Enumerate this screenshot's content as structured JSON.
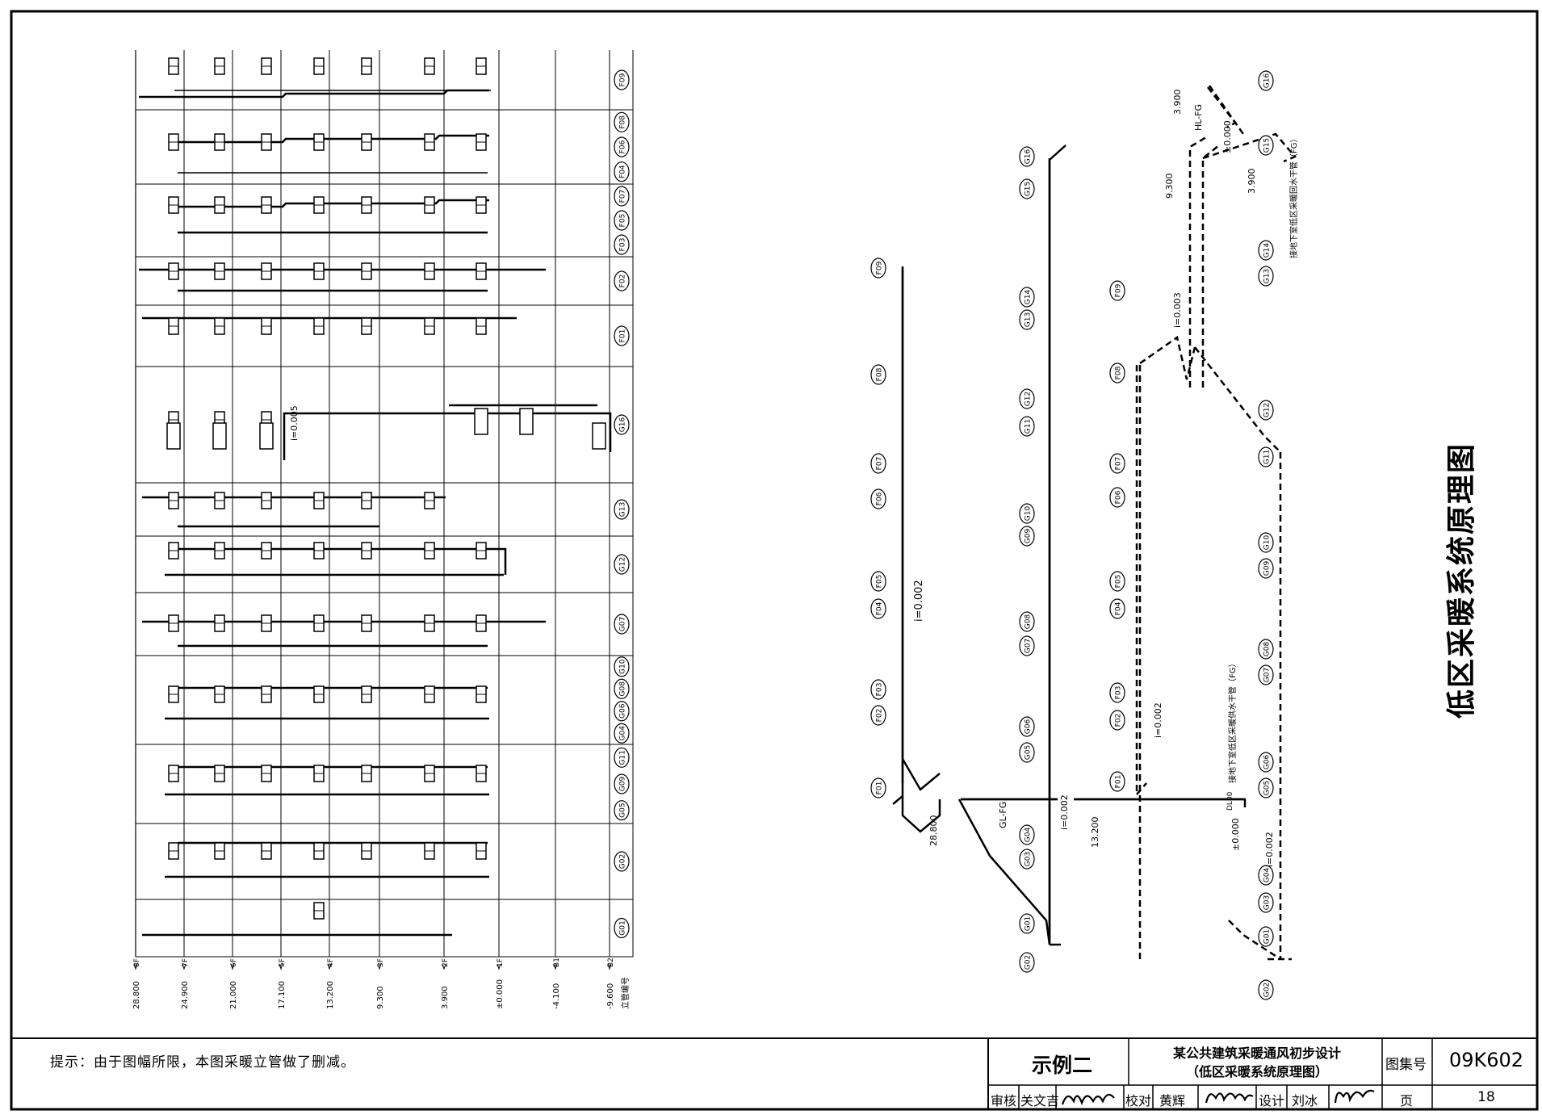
{
  "drawing_title": "低区采暖系统原理图",
  "note": "提示：由于图幅所限，本图采暖立管做了删减。",
  "title_block": {
    "example": "示例二",
    "project_title": "某公共建筑采暖通风初步设计",
    "sub_title": "（低区采暖系统原理图）",
    "atlas_label": "图集号",
    "atlas_no": "09K602",
    "review_label": "审核",
    "review_name": "关文吉",
    "check_label": "校对",
    "check_name": "黄辉",
    "design_label": "设计",
    "design_name": "刘冰",
    "page_label": "页",
    "page_no": "18"
  },
  "left_diagram": {
    "floors": [
      {
        "elev": "28.800",
        "floor": "8F"
      },
      {
        "elev": "24.900",
        "floor": "7F"
      },
      {
        "elev": "21.000",
        "floor": "6F"
      },
      {
        "elev": "17.100",
        "floor": "5F"
      },
      {
        "elev": "13.200",
        "floor": "4F"
      },
      {
        "elev": "9.300",
        "floor": "3F"
      },
      {
        "elev": "3.900",
        "floor": "2F"
      },
      {
        "elev": "±0.000",
        "floor": "1F"
      },
      {
        "elev": "-4.100",
        "floor": "B1"
      },
      {
        "elev": "-9.600",
        "floor": "B2"
      }
    ],
    "riser_col_header": "立管编号",
    "rows": [
      {
        "labels": [
          "F09"
        ]
      },
      {
        "labels": [
          "F08",
          "F06",
          "F04"
        ]
      },
      {
        "labels": [
          "F07",
          "F05",
          "F03"
        ]
      },
      {
        "labels": [
          "F02"
        ]
      },
      {
        "labels": [
          "F01"
        ]
      },
      {
        "labels": [
          "G16"
        ]
      },
      {
        "labels": [
          "G13"
        ]
      },
      {
        "labels": [
          "G12"
        ]
      },
      {
        "labels": [
          "G07"
        ]
      },
      {
        "labels": [
          "G10",
          "G08",
          "G06",
          "G04"
        ]
      },
      {
        "labels": [
          "G11",
          "G09",
          "G05"
        ]
      },
      {
        "labels": [
          "G02"
        ]
      },
      {
        "labels": [
          "G01"
        ]
      }
    ],
    "slope": "i=0.005"
  },
  "right_diagram": {
    "labels_a": [
      "F09",
      "F08",
      "F07",
      "F06",
      "F05",
      "F04",
      "F03",
      "F02",
      "F01"
    ],
    "labels_b": [
      "G16",
      "G15",
      "G14",
      "G13",
      "G12",
      "G11",
      "G10",
      "G09",
      "G08",
      "G07",
      "G06",
      "G05",
      "G04",
      "G03",
      "G01",
      "G02"
    ],
    "labels_c": [
      "F09",
      "F08",
      "F07",
      "F06",
      "F05",
      "F04",
      "F03",
      "F02",
      "F01"
    ],
    "labels_d": [
      "G16",
      "G15",
      "G14",
      "G13",
      "G12",
      "G11",
      "G10",
      "G09",
      "G08",
      "G07",
      "G06",
      "G05",
      "G04",
      "G03",
      "G01",
      "G02"
    ],
    "elev_28800": "28.800",
    "elev_13200": "13.200",
    "elev_0000": "±0.000",
    "elev_3900a": "3.900",
    "elev_3900b": "3.900",
    "elev_9300": "9.300",
    "elev_0000b": "±0.000",
    "slope_a": "i=0.002",
    "slope_b": "i=0.002",
    "slope_c": "i=0.002",
    "slope_d": "i=0.002",
    "slope_e": "i=0.003",
    "gl_fg_a": "GL-FG",
    "gl_fg_b": "HL-FG",
    "pipe_size": "DL00",
    "supply_note": "接地下室低区采暖供水干管（FG）",
    "return_note": "接地下室低区采暖回水干管（FG）"
  }
}
